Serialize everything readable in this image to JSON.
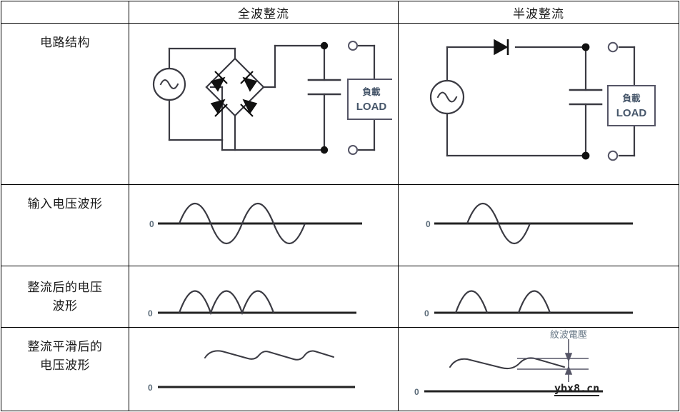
{
  "table": {
    "corner_label": "",
    "columns": [
      {
        "key": "fullwave",
        "label": "全波整流"
      },
      {
        "key": "halfwave",
        "label": "半波整流"
      }
    ],
    "rows": [
      {
        "key": "circuit",
        "label": "电路结构"
      },
      {
        "key": "input_waveform",
        "label": "输入电压波形"
      },
      {
        "key": "rectified_waveform",
        "label": "整流后的电压\n波形"
      },
      {
        "key": "smoothed_waveform",
        "label": "整流平滑后的\n电压波形"
      }
    ],
    "row_labels": {
      "circuit": "电路结构",
      "input_waveform": "输入电压波形",
      "rectified_waveform_line1": "整流后的电压",
      "rectified_waveform_line2": "波形",
      "smoothed_waveform_line1": "整流平滑后的",
      "smoothed_waveform_line2": "电压波形"
    }
  },
  "circuit": {
    "load_box": {
      "label_cn": "負載",
      "label_en": "LOAD"
    },
    "fullwave": {
      "source": "ac-source",
      "rectifier": "bridge-rectifier-4-diodes",
      "diode_count": 4,
      "capacitor": "smoothing-capacitor",
      "terminals": 2
    },
    "halfwave": {
      "source": "ac-source",
      "rectifier": "single-diode",
      "diode_count": 1,
      "capacitor": "smoothing-capacitor",
      "terminals": 2
    }
  },
  "waveforms": {
    "zero_label": "0",
    "ripple_annotation": "紋波電壓"
  },
  "watermark": {
    "text": "ybx8.cn"
  },
  "colors": {
    "border": "#000000",
    "wire": "#3a3a42",
    "waveform": "#3a3a42",
    "baseline": "#222222",
    "label_text": "#5a6a78",
    "load_text": "#46566a",
    "annotation": "#6a7a88"
  },
  "chart_data": [
    {
      "type": "line",
      "id": "fullwave-input",
      "title": "输入电压波形 / 全波整流",
      "description": "sinusoidal AC input, two full cycles",
      "x": [
        0,
        0.5,
        1,
        1.5,
        2,
        2.5,
        3,
        3.5,
        4
      ],
      "values": [
        0,
        1,
        0,
        -1,
        0,
        1,
        0,
        -1,
        0
      ],
      "ylim": [
        -1,
        1
      ],
      "baseline": 0,
      "tick_labels": [
        "0"
      ]
    },
    {
      "type": "line",
      "id": "halfwave-input",
      "title": "输入电压波形 / 半波整流",
      "description": "sinusoidal AC input, one full cycle",
      "x": [
        0,
        0.5,
        1,
        1.5,
        2
      ],
      "values": [
        0,
        1,
        0,
        -1,
        0
      ],
      "ylim": [
        -1,
        1
      ],
      "baseline": 0,
      "tick_labels": [
        "0"
      ]
    },
    {
      "type": "line",
      "id": "fullwave-rectified",
      "title": "整流后的电压波形 / 全波整流",
      "description": "three contiguous positive half-sine humps, no gaps",
      "humps": 3,
      "gap": 0,
      "values": [
        0,
        1,
        0,
        1,
        0,
        1,
        0
      ],
      "ylim": [
        0,
        1
      ],
      "baseline": 0,
      "tick_labels": [
        "0"
      ]
    },
    {
      "type": "line",
      "id": "halfwave-rectified",
      "title": "整流后的电压波形 / 半波整流",
      "description": "two positive half-sine humps separated by flat zero gaps",
      "humps": 2,
      "gap": 1,
      "values": [
        0,
        1,
        0,
        0,
        0,
        1,
        0,
        0
      ],
      "ylim": [
        0,
        1
      ],
      "baseline": 0,
      "tick_labels": [
        "0"
      ]
    },
    {
      "type": "line",
      "id": "fullwave-smoothed",
      "title": "整流平滑后的电压波形 / 全波整流",
      "description": "near-DC level with small ripple",
      "ripple_amplitude": 0.08,
      "dc_level": 0.85,
      "ylim": [
        0,
        1
      ],
      "baseline": 0,
      "tick_labels": [
        "0"
      ]
    },
    {
      "type": "line",
      "id": "halfwave-smoothed",
      "title": "整流平滑后的电压波形 / 半波整流",
      "description": "near-DC level with larger ripple, annotated ripple voltage",
      "ripple_amplitude": 0.2,
      "dc_level": 0.8,
      "ylim": [
        0,
        1
      ],
      "baseline": 0,
      "tick_labels": [
        "0"
      ],
      "annotation": "紋波電壓"
    }
  ]
}
